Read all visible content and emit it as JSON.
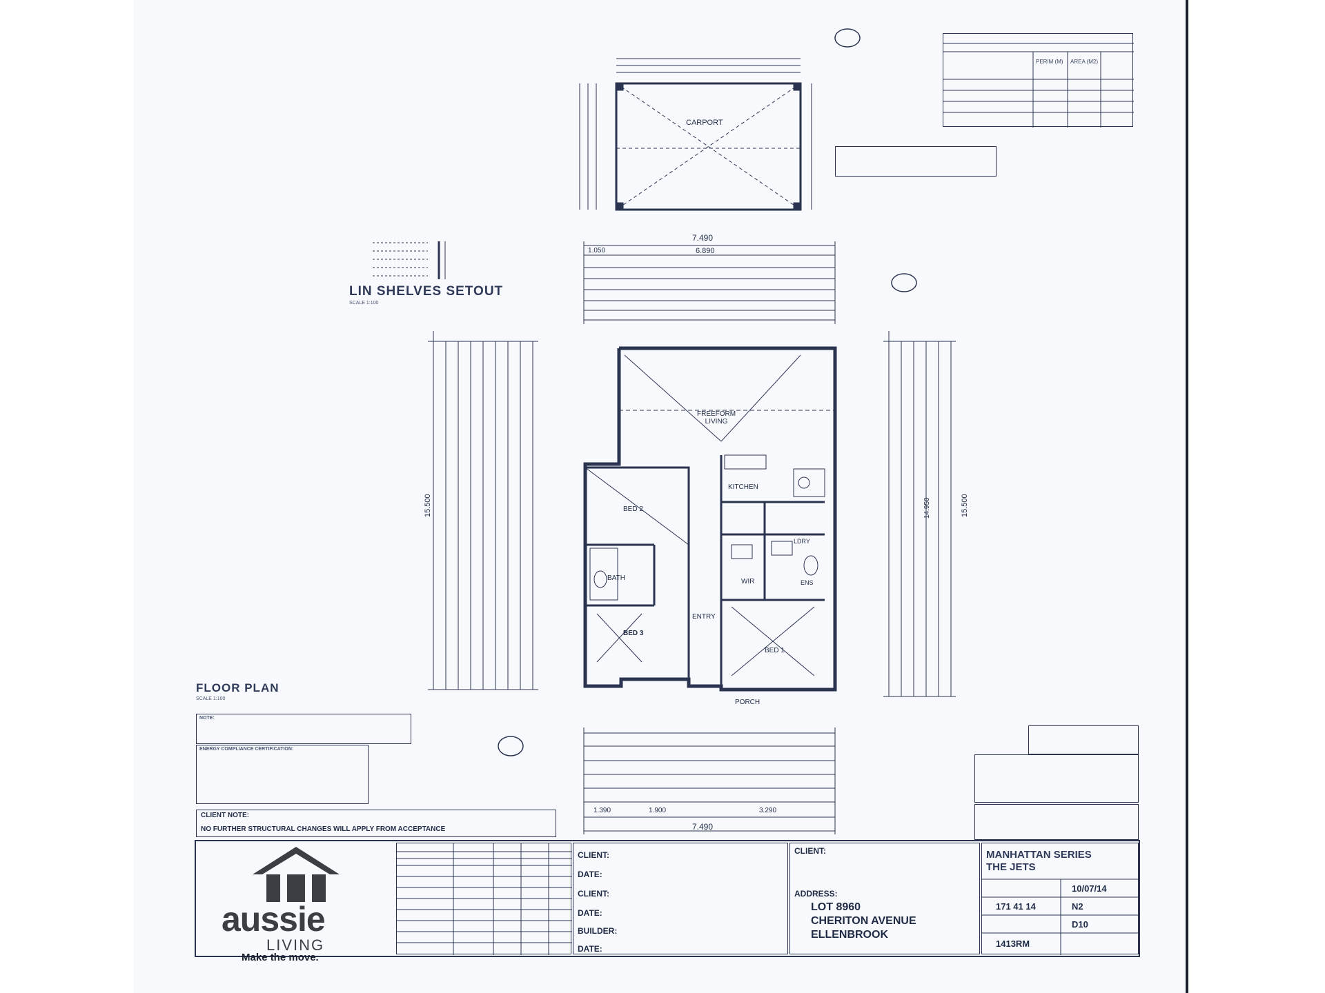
{
  "titles": {
    "lin_shelves": "LIN SHELVES SETOUT",
    "lin_scale": "SCALE 1:100",
    "floor_plan": "FLOOR PLAN",
    "floor_scale": "SCALE 1:100"
  },
  "dimensions": {
    "overall_top": "7.490",
    "overall_top2": "6.890",
    "left_top": "1.050",
    "overall_bottom": "7.490",
    "left_height": "15.500",
    "right_height": "15.500",
    "right_inner": "14.950",
    "bottom_row": [
      "1.390",
      "1.900",
      "3.290"
    ]
  },
  "rooms": {
    "carport": "CARPORT",
    "freeform_living": "FREEFORM\nLIVING",
    "kitchen": "KITCHEN",
    "bed2": "BED 2",
    "bath": "BATH",
    "bed3": "BED 3",
    "wir": "WIR",
    "entry": "ENTRY",
    "bed1": "BED 1",
    "porch": "PORCH",
    "ldry": "LDRY",
    "ens": "ENS"
  },
  "areas_table": {
    "headers": [
      "PERIM (M)",
      "AREA (M2)"
    ]
  },
  "notes": {
    "client_note_title": "CLIENT NOTE:",
    "client_note_text": "NO FURTHER STRUCTURAL CHANGES WILL APPLY FROM ACCEPTANCE",
    "note_title": "NOTE:",
    "energy_title": "ENERGY COMPLIANCE CERTIFICATION:"
  },
  "title_block": {
    "logo_brand": "aussie",
    "logo_sub": "LIVING",
    "logo_tagline": "Make the move.",
    "client_labels": [
      "CLIENT:",
      "DATE:",
      "CLIENT:",
      "DATE:",
      "BUILDER:",
      "DATE:"
    ],
    "client2": "CLIENT:",
    "address_label": "ADDRESS:",
    "address_lines": [
      "LOT 8960",
      "CHERITON AVENUE",
      "ELLENBROOK"
    ],
    "series": "MANHATTAN SERIES",
    "model": "THE JETS",
    "date": "10/07/14",
    "job_no": "171 41 14",
    "wind": "N2",
    "code": "D10",
    "drawing_no": "1413RM"
  },
  "colors": {
    "ink": "#2a3350",
    "paper": "#f7f9fd"
  }
}
